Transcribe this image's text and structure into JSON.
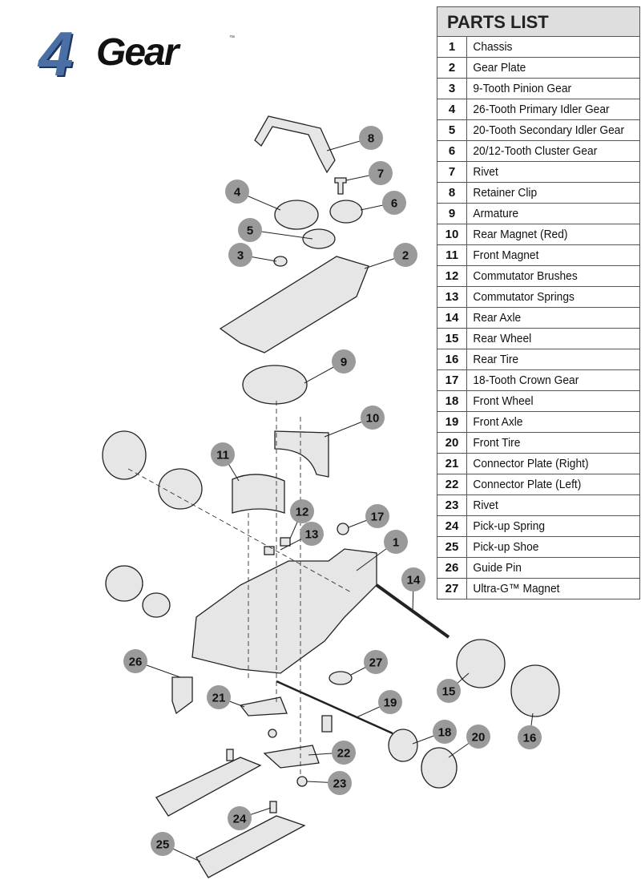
{
  "logo": {
    "text_number": "4",
    "text_word": "Gear",
    "trademark": "™"
  },
  "parts_list": {
    "title": "PARTS LIST",
    "items": [
      {
        "num": "1",
        "name": "Chassis"
      },
      {
        "num": "2",
        "name": "Gear Plate"
      },
      {
        "num": "3",
        "name": "9-Tooth Pinion Gear"
      },
      {
        "num": "4",
        "name": "26-Tooth Primary Idler Gear"
      },
      {
        "num": "5",
        "name": "20-Tooth Secondary Idler Gear"
      },
      {
        "num": "6",
        "name": "20/12-Tooth Cluster Gear"
      },
      {
        "num": "7",
        "name": "Rivet"
      },
      {
        "num": "8",
        "name": "Retainer Clip"
      },
      {
        "num": "9",
        "name": "Armature"
      },
      {
        "num": "10",
        "name": "Rear Magnet (Red)"
      },
      {
        "num": "11",
        "name": "Front Magnet"
      },
      {
        "num": "12",
        "name": "Commutator Brushes"
      },
      {
        "num": "13",
        "name": "Commutator Springs"
      },
      {
        "num": "14",
        "name": "Rear Axle"
      },
      {
        "num": "15",
        "name": "Rear Wheel"
      },
      {
        "num": "16",
        "name": "Rear Tire"
      },
      {
        "num": "17",
        "name": "18-Tooth Crown Gear"
      },
      {
        "num": "18",
        "name": "Front Wheel"
      },
      {
        "num": "19",
        "name": "Front Axle"
      },
      {
        "num": "20",
        "name": "Front Tire"
      },
      {
        "num": "21",
        "name": "Connector Plate (Right)"
      },
      {
        "num": "22",
        "name": "Connector Plate (Left)"
      },
      {
        "num": "23",
        "name": "Rivet"
      },
      {
        "num": "24",
        "name": "Pick-up Spring"
      },
      {
        "num": "25",
        "name": "Pick-up Shoe"
      },
      {
        "num": "26",
        "name": "Guide Pin"
      },
      {
        "num": "27",
        "name": "Ultra-G™ Magnet"
      }
    ]
  },
  "callouts": [
    "8",
    "7",
    "4",
    "6",
    "5",
    "3",
    "2",
    "9",
    "10",
    "11",
    "12",
    "17",
    "13",
    "1",
    "14",
    "26",
    "27",
    "15",
    "21",
    "19",
    "18",
    "20",
    "16",
    "22",
    "23",
    "24",
    "25"
  ]
}
